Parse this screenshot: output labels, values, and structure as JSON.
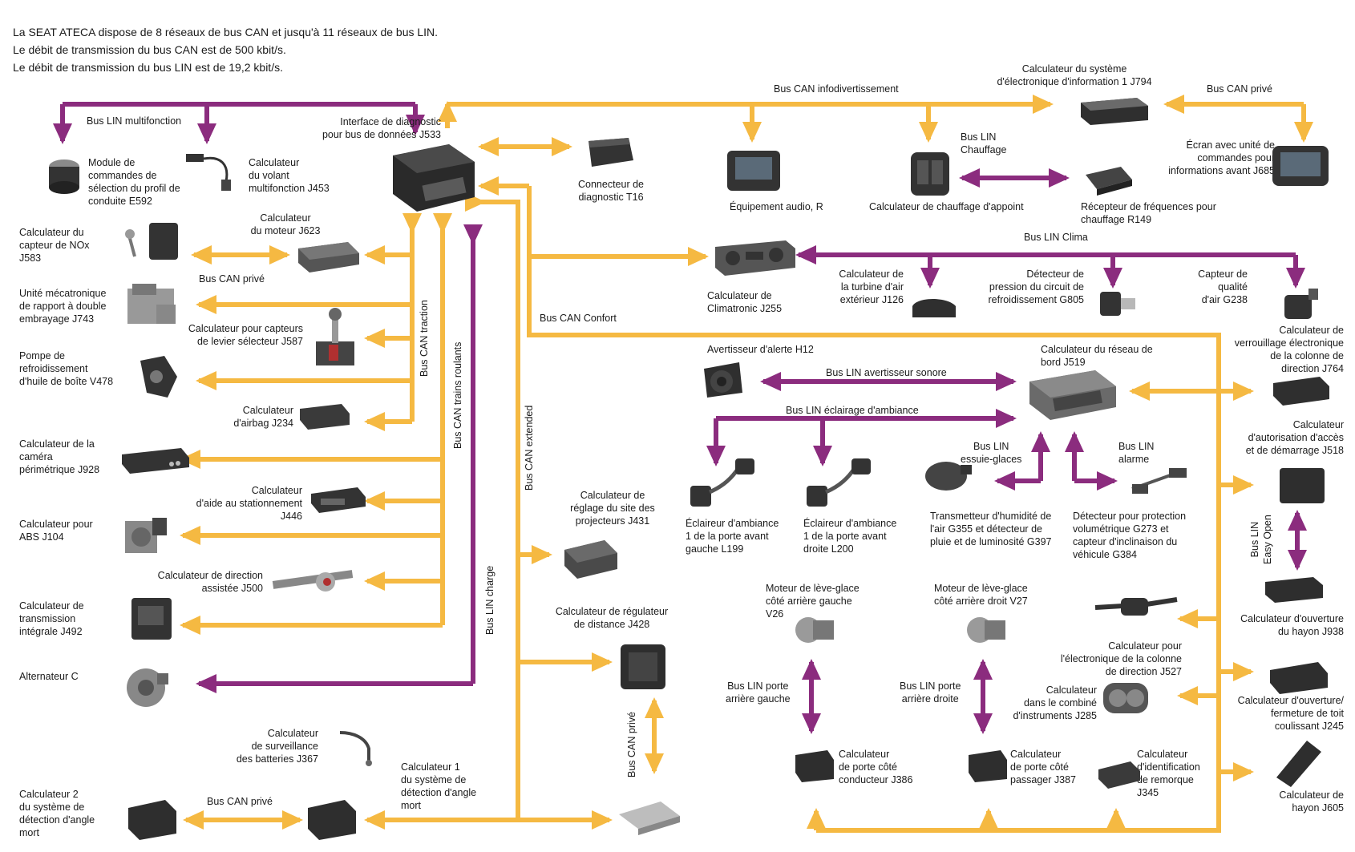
{
  "intro": {
    "line1": "La SEAT ATECA dispose de 8 réseaux de bus CAN et jusqu'à 11 réseaux de bus LIN.",
    "line2": "Le débit de transmission du bus CAN est de 500 kbit/s.",
    "line3": "Le débit de transmission du bus LIN est de 19,2 kbit/s."
  },
  "colors": {
    "can": "#f5b942",
    "lin": "#8b2c7e",
    "text": "#1a1a1a"
  },
  "buses": {
    "lin_multifonction": "Bus LIN multifonction",
    "can_infodivertissement": "Bus CAN infodivertissement",
    "can_prive_top": "Bus CAN privé",
    "lin_chauffage": "Bus LIN\nChauffage",
    "lin_clima": "Bus LIN Clima",
    "can_prive_moteur": "Bus CAN privé",
    "can_confort": "Bus CAN Confort",
    "can_traction": "Bus CAN traction",
    "can_trains_roulants": "Bus CAN trains roulants",
    "can_extended": "Bus CAN extended",
    "lin_charge": "Bus LIN charge",
    "can_prive_acc": "Bus CAN privé",
    "can_prive_bottom": "Bus CAN privé",
    "lin_avertisseur": "Bus LIN avertisseur sonore",
    "lin_eclairage": "Bus LIN éclairage d'ambiance",
    "lin_essuie": "Bus LIN\nessuie-glaces",
    "lin_alarme": "Bus LIN\nalarme",
    "lin_easy_open": "Bus LIN\nEasy Open",
    "lin_porte_ag": "Bus LIN porte\narrière gauche",
    "lin_porte_ad": "Bus LIN porte\narrière droite"
  },
  "components": {
    "e592": "Module de\ncommandes de\nsélection du profil de\nconduite E592",
    "j453": "Calculateur\ndu volant\nmultifonction J453",
    "j533": "Interface de diagnostic\npour bus de données J533",
    "t16": "Connecteur de\ndiagnostic T16",
    "radio": "Équipement audio, R",
    "chauffage": "Calculateur de chauffage d'appoint",
    "j794": "Calculateur du système\nd'électronique d'information 1 J794",
    "r149": "Récepteur de fréquences pour\nchauffage R149",
    "j685": "Écran avec unité de\ncommandes pour\ninformations avant J685",
    "j583": "Calculateur du\ncapteur de NOx\nJ583",
    "j623": "Calculateur\ndu moteur J623",
    "j743": "Unité mécatronique\nde rapport à double\nembrayage J743",
    "j587": "Calculateur pour capteurs\nde levier sélecteur J587",
    "v478": "Pompe de\nrefroidissement\nd'huile de boîte V478",
    "j234": "Calculateur\nd'airbag J234",
    "j928": "Calculateur de la\ncaméra\npérimétrique J928",
    "j446": "Calculateur\nd'aide au stationnement\nJ446",
    "j104": "Calculateur pour\nABS J104",
    "j500": "Calculateur de direction\nassistée J500",
    "j492": "Calculateur de\ntransmission\nintégrale J492",
    "alternateur": "Alternateur C",
    "j367": "Calculateur\nde surveillance\ndes batteries J367",
    "bsd1": "Calculateur 1\ndu système de\ndétection d'angle\nmort",
    "bsd2": "Calculateur 2\ndu système de\ndétection d'angle\nmort",
    "j255": "Calculateur de\nClimatronic J255",
    "j126": "Calculateur de\nla turbine d'air\nextérieur J126",
    "g805": "Détecteur de\npression du circuit de\nrefroidissement G805",
    "g238": "Capteur de\nqualité\nd'air G238",
    "j764": "Calculateur de\nverrouillage électronique\nde la colonne de\ndirection J764",
    "h12": "Avertisseur d'alerte H12",
    "j519": "Calculateur du réseau de\nbord J519",
    "j518": "Calculateur\nd'autorisation d'accès\net de démarrage J518",
    "l199": "Éclaireur d'ambiance\n1 de la porte avant\ngauche L199",
    "l200": "Éclaireur d'ambiance\n1 de la porte avant\ndroite L200",
    "g355": "Transmetteur d'humidité de\nl'air G355 et détecteur de\npluie et de luminosité G397",
    "g273": "Détecteur pour protection\nvolumétrique G273 et\ncapteur d'inclinaison du\nvéhicule G384",
    "j431": "Calculateur de\nréglage du site des\nprojecteurs J431",
    "j428": "Calculateur de régulateur\nde distance J428",
    "v26": "Moteur de lève-glace\ncôté arrière gauche\nV26",
    "v27": "Moteur de lève-glace\ncôté arrière droit V27",
    "j938": "Calculateur d'ouverture\ndu hayon J938",
    "j527": "Calculateur pour\nl'électronique de la colonne\nde direction J527",
    "j285": "Calculateur\ndans le combiné\nd'instruments J285",
    "j245": "Calculateur d'ouverture/\nfermeture de toit\ncoulissant J245",
    "j386": "Calculateur\nde porte côté\nconducteur J386",
    "j387": "Calculateur\nde porte côté\npassager J387",
    "j345": "Calculateur\nd'identification\nde remorque\nJ345",
    "j605": "Calculateur de\nhayon J605"
  }
}
